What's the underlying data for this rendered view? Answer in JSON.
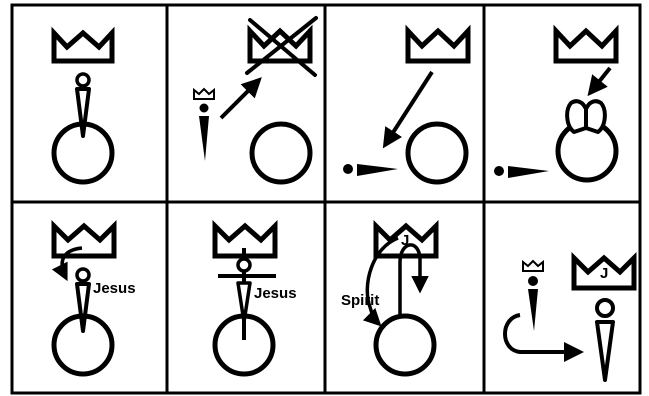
{
  "panels": [
    {
      "id": "p1",
      "description_items": [
        "crown",
        "person-inside-circle"
      ]
    },
    {
      "id": "p2",
      "description_items": [
        "crossed-out-crown",
        "person-with-small-crown",
        "arrow-to-crown",
        "empty-circle"
      ]
    },
    {
      "id": "p3",
      "description_items": [
        "crown",
        "arrow-down-left",
        "fallen-person",
        "empty-circle"
      ]
    },
    {
      "id": "p4",
      "description_items": [
        "crown",
        "arrow-down-left",
        "fallen-person",
        "circle-with-open-tablets"
      ]
    },
    {
      "id": "p5",
      "description_items": [
        "crown",
        "curved-arrow",
        "person-inside-circle"
      ],
      "label": "Jesus"
    },
    {
      "id": "p6",
      "description_items": [
        "crown",
        "person-on-cross-inside-circle"
      ],
      "label": "Jesus"
    },
    {
      "id": "p7",
      "description_items": [
        "crown-with-J",
        "curved-arrows",
        "circle-with-line"
      ],
      "label": "Spirit"
    },
    {
      "id": "p8",
      "description_items": [
        "person-with-small-crown",
        "hook-arrow",
        "crown-with-J",
        "tall-person"
      ]
    }
  ],
  "labels": {
    "jesus_1": "Jesus",
    "jesus_2": "Jesus",
    "spirit": "Spirit",
    "crown_letter_1": "J",
    "crown_letter_2": "J"
  },
  "colors": {
    "ink": "#000000",
    "paper": "#ffffff"
  }
}
